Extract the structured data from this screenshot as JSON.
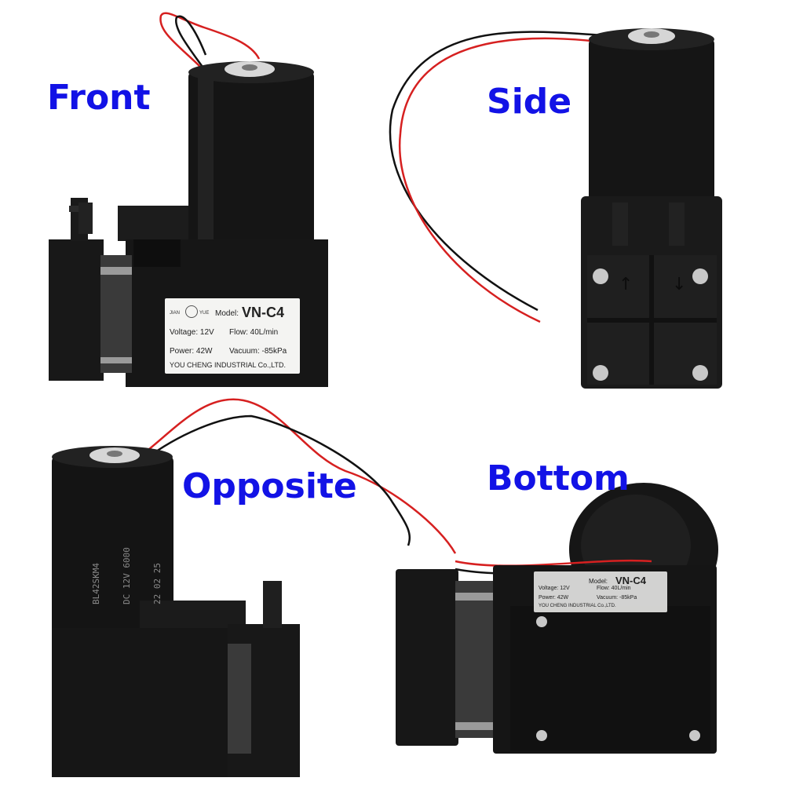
{
  "colors": {
    "caption": "#1212e6",
    "body": "#141414",
    "wire_red": "#d62020",
    "wire_black": "#111111",
    "label": "#f4f4f2"
  },
  "views": {
    "front": {
      "caption": "Front"
    },
    "side": {
      "caption": "Side"
    },
    "opposite": {
      "caption": "Opposite"
    },
    "bottom": {
      "caption": "Bottom"
    }
  },
  "label": {
    "brand_left": "JIAN",
    "brand_right": "YUE",
    "model_prefix": "Model:",
    "model": "VN-C4",
    "voltage": "Voltage: 12V",
    "flow": "Flow: 40L/min",
    "power": "Power: 42W",
    "vacuum": "Vacuum: -85kPa",
    "maker": "YOU CHENG INDUSTRIAL Co.,LTD."
  },
  "motor_print": {
    "line1": "BL42SKM4",
    "line2": "DC 12V 6000",
    "line3": "22 02 25"
  },
  "side_arrows": {
    "left": "↑",
    "right": "↓"
  }
}
